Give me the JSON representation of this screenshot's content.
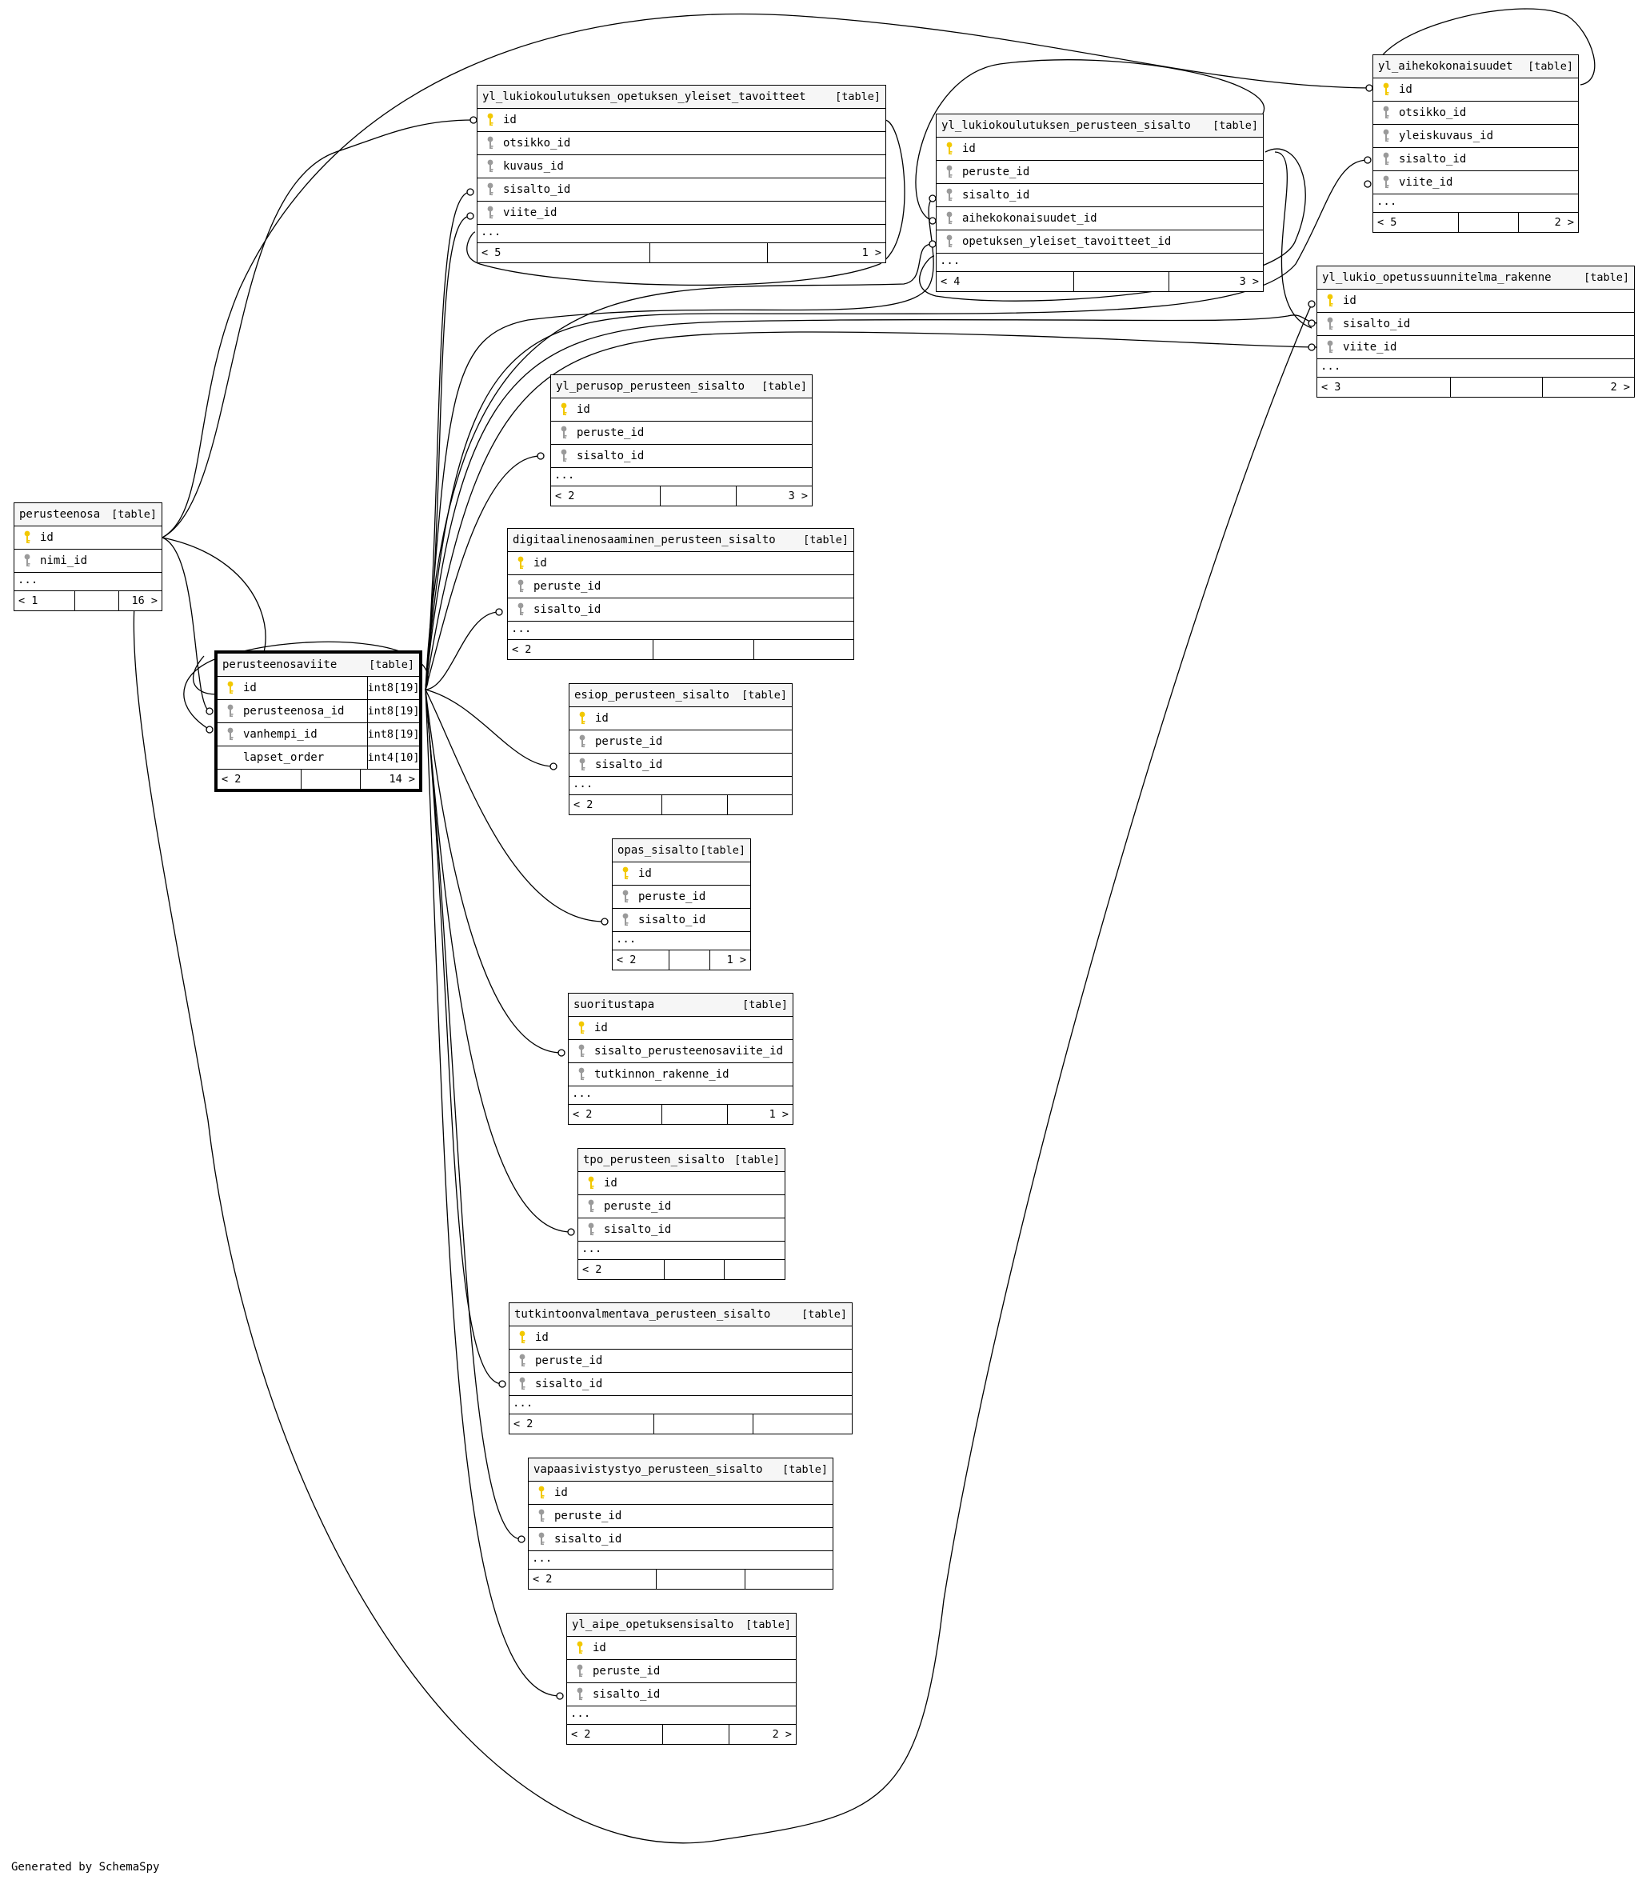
{
  "footer": "Generated by SchemaSpy",
  "colors": {
    "primary_key": "#f2c800",
    "foreign_key": "#9a9a9a",
    "line": "#000000"
  },
  "icons": {
    "primary_key": "key-icon",
    "foreign_key": "foreign-key-icon"
  },
  "tables": [
    {
      "id": "yl_lukiokoulutuksen_opetuksen_yleiset_tavoitteet",
      "name": "yl_lukiokoulutuksen_opetuksen_yleiset_tavoitteet",
      "tag": "[table]",
      "columns": [
        {
          "name": "id",
          "key": "pk"
        },
        {
          "name": "otsikko_id",
          "key": "fk"
        },
        {
          "name": "kuvaus_id",
          "key": "fk"
        },
        {
          "name": "sisalto_id",
          "key": "fk"
        },
        {
          "name": "viite_id",
          "key": "fk"
        }
      ],
      "more": "...",
      "footer": {
        "left": "< 5",
        "mid": "",
        "right": "1 >"
      }
    },
    {
      "id": "yl_lukiokoulutuksen_perusteen_sisalto",
      "name": "yl_lukiokoulutuksen_perusteen_sisalto",
      "tag": "[table]",
      "columns": [
        {
          "name": "id",
          "key": "pk"
        },
        {
          "name": "peruste_id",
          "key": "fk"
        },
        {
          "name": "sisalto_id",
          "key": "fk"
        },
        {
          "name": "aihekokonaisuudet_id",
          "key": "fk"
        },
        {
          "name": "opetuksen_yleiset_tavoitteet_id",
          "key": "fk"
        }
      ],
      "more": "...",
      "footer": {
        "left": "< 4",
        "mid": "",
        "right": "3 >"
      }
    },
    {
      "id": "yl_aihekokonaisuudet",
      "name": "yl_aihekokonaisuudet",
      "tag": "[table]",
      "columns": [
        {
          "name": "id",
          "key": "pk"
        },
        {
          "name": "otsikko_id",
          "key": "fk"
        },
        {
          "name": "yleiskuvaus_id",
          "key": "fk"
        },
        {
          "name": "sisalto_id",
          "key": "fk"
        },
        {
          "name": "viite_id",
          "key": "fk"
        }
      ],
      "more": "...",
      "footer": {
        "left": "< 5",
        "mid": "",
        "right": "2 >"
      }
    },
    {
      "id": "yl_lukio_opetussuunnitelma_rakenne",
      "name": "yl_lukio_opetussuunnitelma_rakenne",
      "tag": "[table]",
      "columns": [
        {
          "name": "id",
          "key": "pk"
        },
        {
          "name": "sisalto_id",
          "key": "fk"
        },
        {
          "name": "viite_id",
          "key": "fk"
        }
      ],
      "more": "...",
      "footer": {
        "left": "< 3",
        "mid": "",
        "right": "2 >"
      }
    },
    {
      "id": "yl_perusop_perusteen_sisalto",
      "name": "yl_perusop_perusteen_sisalto",
      "tag": "[table]",
      "columns": [
        {
          "name": "id",
          "key": "pk"
        },
        {
          "name": "peruste_id",
          "key": "fk"
        },
        {
          "name": "sisalto_id",
          "key": "fk"
        }
      ],
      "more": "...",
      "footer": {
        "left": "< 2",
        "mid": "",
        "right": "3 >"
      }
    },
    {
      "id": "perusteenosa",
      "name": "perusteenosa",
      "tag": "[table]",
      "columns": [
        {
          "name": "id",
          "key": "pk"
        },
        {
          "name": "nimi_id",
          "key": "fk"
        }
      ],
      "more": "...",
      "footer": {
        "left": "< 1",
        "mid": "",
        "right": "16 >"
      }
    },
    {
      "id": "digitaalinenosaaminen_perusteen_sisalto",
      "name": "digitaalinenosaaminen_perusteen_sisalto",
      "tag": "[table]",
      "columns": [
        {
          "name": "id",
          "key": "pk"
        },
        {
          "name": "peruste_id",
          "key": "fk"
        },
        {
          "name": "sisalto_id",
          "key": "fk"
        }
      ],
      "more": "...",
      "footer": {
        "left": "< 2",
        "mid": "",
        "right": ""
      }
    },
    {
      "id": "perusteenosaviite",
      "name": "perusteenosaviite",
      "tag": "[table]",
      "focus": true,
      "columns": [
        {
          "name": "id",
          "key": "pk",
          "type": "int8[19]"
        },
        {
          "name": "perusteenosa_id",
          "key": "fk",
          "type": "int8[19]"
        },
        {
          "name": "vanhempi_id",
          "key": "fk",
          "type": "int8[19]"
        },
        {
          "name": "lapset_order",
          "key": "",
          "type": "int4[10]"
        }
      ],
      "more": "",
      "footer": {
        "left": "< 2",
        "mid": "",
        "right": "14 >"
      }
    },
    {
      "id": "esiop_perusteen_sisalto",
      "name": "esiop_perusteen_sisalto",
      "tag": "[table]",
      "columns": [
        {
          "name": "id",
          "key": "pk"
        },
        {
          "name": "peruste_id",
          "key": "fk"
        },
        {
          "name": "sisalto_id",
          "key": "fk"
        }
      ],
      "more": "...",
      "footer": {
        "left": "< 2",
        "mid": "",
        "right": ""
      }
    },
    {
      "id": "opas_sisalto",
      "name": "opas_sisalto",
      "tag": "[table]",
      "columns": [
        {
          "name": "id",
          "key": "pk"
        },
        {
          "name": "peruste_id",
          "key": "fk"
        },
        {
          "name": "sisalto_id",
          "key": "fk"
        }
      ],
      "more": "...",
      "footer": {
        "left": "< 2",
        "mid": "",
        "right": "1 >"
      }
    },
    {
      "id": "suoritustapa",
      "name": "suoritustapa",
      "tag": "[table]",
      "columns": [
        {
          "name": "id",
          "key": "pk"
        },
        {
          "name": "sisalto_perusteenosaviite_id",
          "key": "fk"
        },
        {
          "name": "tutkinnon_rakenne_id",
          "key": "fk"
        }
      ],
      "more": "...",
      "footer": {
        "left": "< 2",
        "mid": "",
        "right": "1 >"
      }
    },
    {
      "id": "tpo_perusteen_sisalto",
      "name": "tpo_perusteen_sisalto",
      "tag": "[table]",
      "columns": [
        {
          "name": "id",
          "key": "pk"
        },
        {
          "name": "peruste_id",
          "key": "fk"
        },
        {
          "name": "sisalto_id",
          "key": "fk"
        }
      ],
      "more": "...",
      "footer": {
        "left": "< 2",
        "mid": "",
        "right": ""
      }
    },
    {
      "id": "tutkintoonvalmentava_perusteen_sisalto",
      "name": "tutkintoonvalmentava_perusteen_sisalto",
      "tag": "[table]",
      "columns": [
        {
          "name": "id",
          "key": "pk"
        },
        {
          "name": "peruste_id",
          "key": "fk"
        },
        {
          "name": "sisalto_id",
          "key": "fk"
        }
      ],
      "more": "...",
      "footer": {
        "left": "< 2",
        "mid": "",
        "right": ""
      }
    },
    {
      "id": "vapaasivistystyo_perusteen_sisalto",
      "name": "vapaasivistystyo_perusteen_sisalto",
      "tag": "[table]",
      "columns": [
        {
          "name": "id",
          "key": "pk"
        },
        {
          "name": "peruste_id",
          "key": "fk"
        },
        {
          "name": "sisalto_id",
          "key": "fk"
        }
      ],
      "more": "...",
      "footer": {
        "left": "< 2",
        "mid": "",
        "right": ""
      }
    },
    {
      "id": "yl_aipe_opetuksensisalto",
      "name": "yl_aipe_opetuksensisalto",
      "tag": "[table]",
      "columns": [
        {
          "name": "id",
          "key": "pk"
        },
        {
          "name": "peruste_id",
          "key": "fk"
        },
        {
          "name": "sisalto_id",
          "key": "fk"
        }
      ],
      "more": "...",
      "footer": {
        "left": "< 2",
        "mid": "",
        "right": "2 >"
      }
    }
  ]
}
